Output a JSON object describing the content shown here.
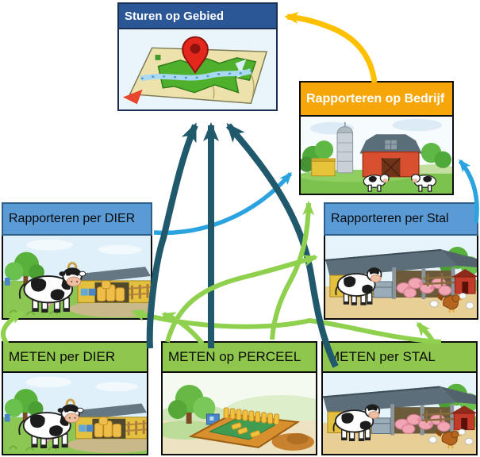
{
  "boxes": {
    "sturen": {
      "label": "Sturen op Gebied",
      "header_color": "#2b5797",
      "text_color": "#ffffff",
      "illustration": "map-with-location-pin"
    },
    "bedrijf": {
      "label": "Rapporteren op Bedrijf",
      "header_color": "#f7a609",
      "text_color": "#ffffff",
      "illustration": "farm-barn-silo-cows"
    },
    "rapp_dier": {
      "label": "Rapporteren per DIER",
      "header_color": "#5b9bd5",
      "text_color": "#0a0a0a",
      "illustration": "cow-with-shed"
    },
    "rapp_stal": {
      "label": "Rapporteren per Stal",
      "header_color": "#5b9bd5",
      "text_color": "#0a0a0a",
      "illustration": "stable-pigs-chickens"
    },
    "meten_dier": {
      "label": "METEN per DIER",
      "header_color": "#8fc74e",
      "text_color": "#0a0a0a",
      "illustration": "cow-with-shed"
    },
    "meten_perceel": {
      "label": "METEN op PERCEEL",
      "header_color": "#8fc74e",
      "text_color": "#0a0a0a",
      "illustration": "field-parcel-hay-bales"
    },
    "meten_stal": {
      "label": "METEN per STAL",
      "header_color": "#8fc74e",
      "text_color": "#0a0a0a",
      "illustration": "stable-pigs-chickens"
    }
  },
  "arrows": {
    "colors": {
      "teal": "#20596b",
      "green": "#8fd14f",
      "blue": "#2ba3e0",
      "yellow": "#ffc000"
    },
    "edges": [
      {
        "from": "METEN per DIER",
        "to": "Sturen op Gebied",
        "color": "teal"
      },
      {
        "from": "METEN op PERCEEL",
        "to": "Sturen op Gebied",
        "color": "teal"
      },
      {
        "from": "METEN per STAL",
        "to": "Sturen op Gebied",
        "color": "teal"
      },
      {
        "from": "METEN per DIER",
        "to": "Rapporteren per DIER",
        "color": "green"
      },
      {
        "from": "METEN op PERCEEL",
        "to": "Rapporteren per DIER",
        "color": "green"
      },
      {
        "from": "METEN per STAL",
        "to": "Rapporteren per DIER",
        "color": "green"
      },
      {
        "from": "METEN op PERCEEL",
        "to": "Rapporteren per Stal",
        "color": "green"
      },
      {
        "from": "METEN per STAL",
        "to": "Rapporteren per Stal",
        "color": "green"
      },
      {
        "from": "METEN op PERCEEL",
        "to": "Rapporteren op Bedrijf",
        "color": "green"
      },
      {
        "from": "Rapporteren per DIER",
        "to": "Rapporteren op Bedrijf",
        "color": "blue"
      },
      {
        "from": "Rapporteren per Stal",
        "to": "Rapporteren op Bedrijf",
        "color": "blue"
      },
      {
        "from": "Rapporteren op Bedrijf",
        "to": "Sturen op Gebied",
        "color": "yellow"
      }
    ]
  }
}
